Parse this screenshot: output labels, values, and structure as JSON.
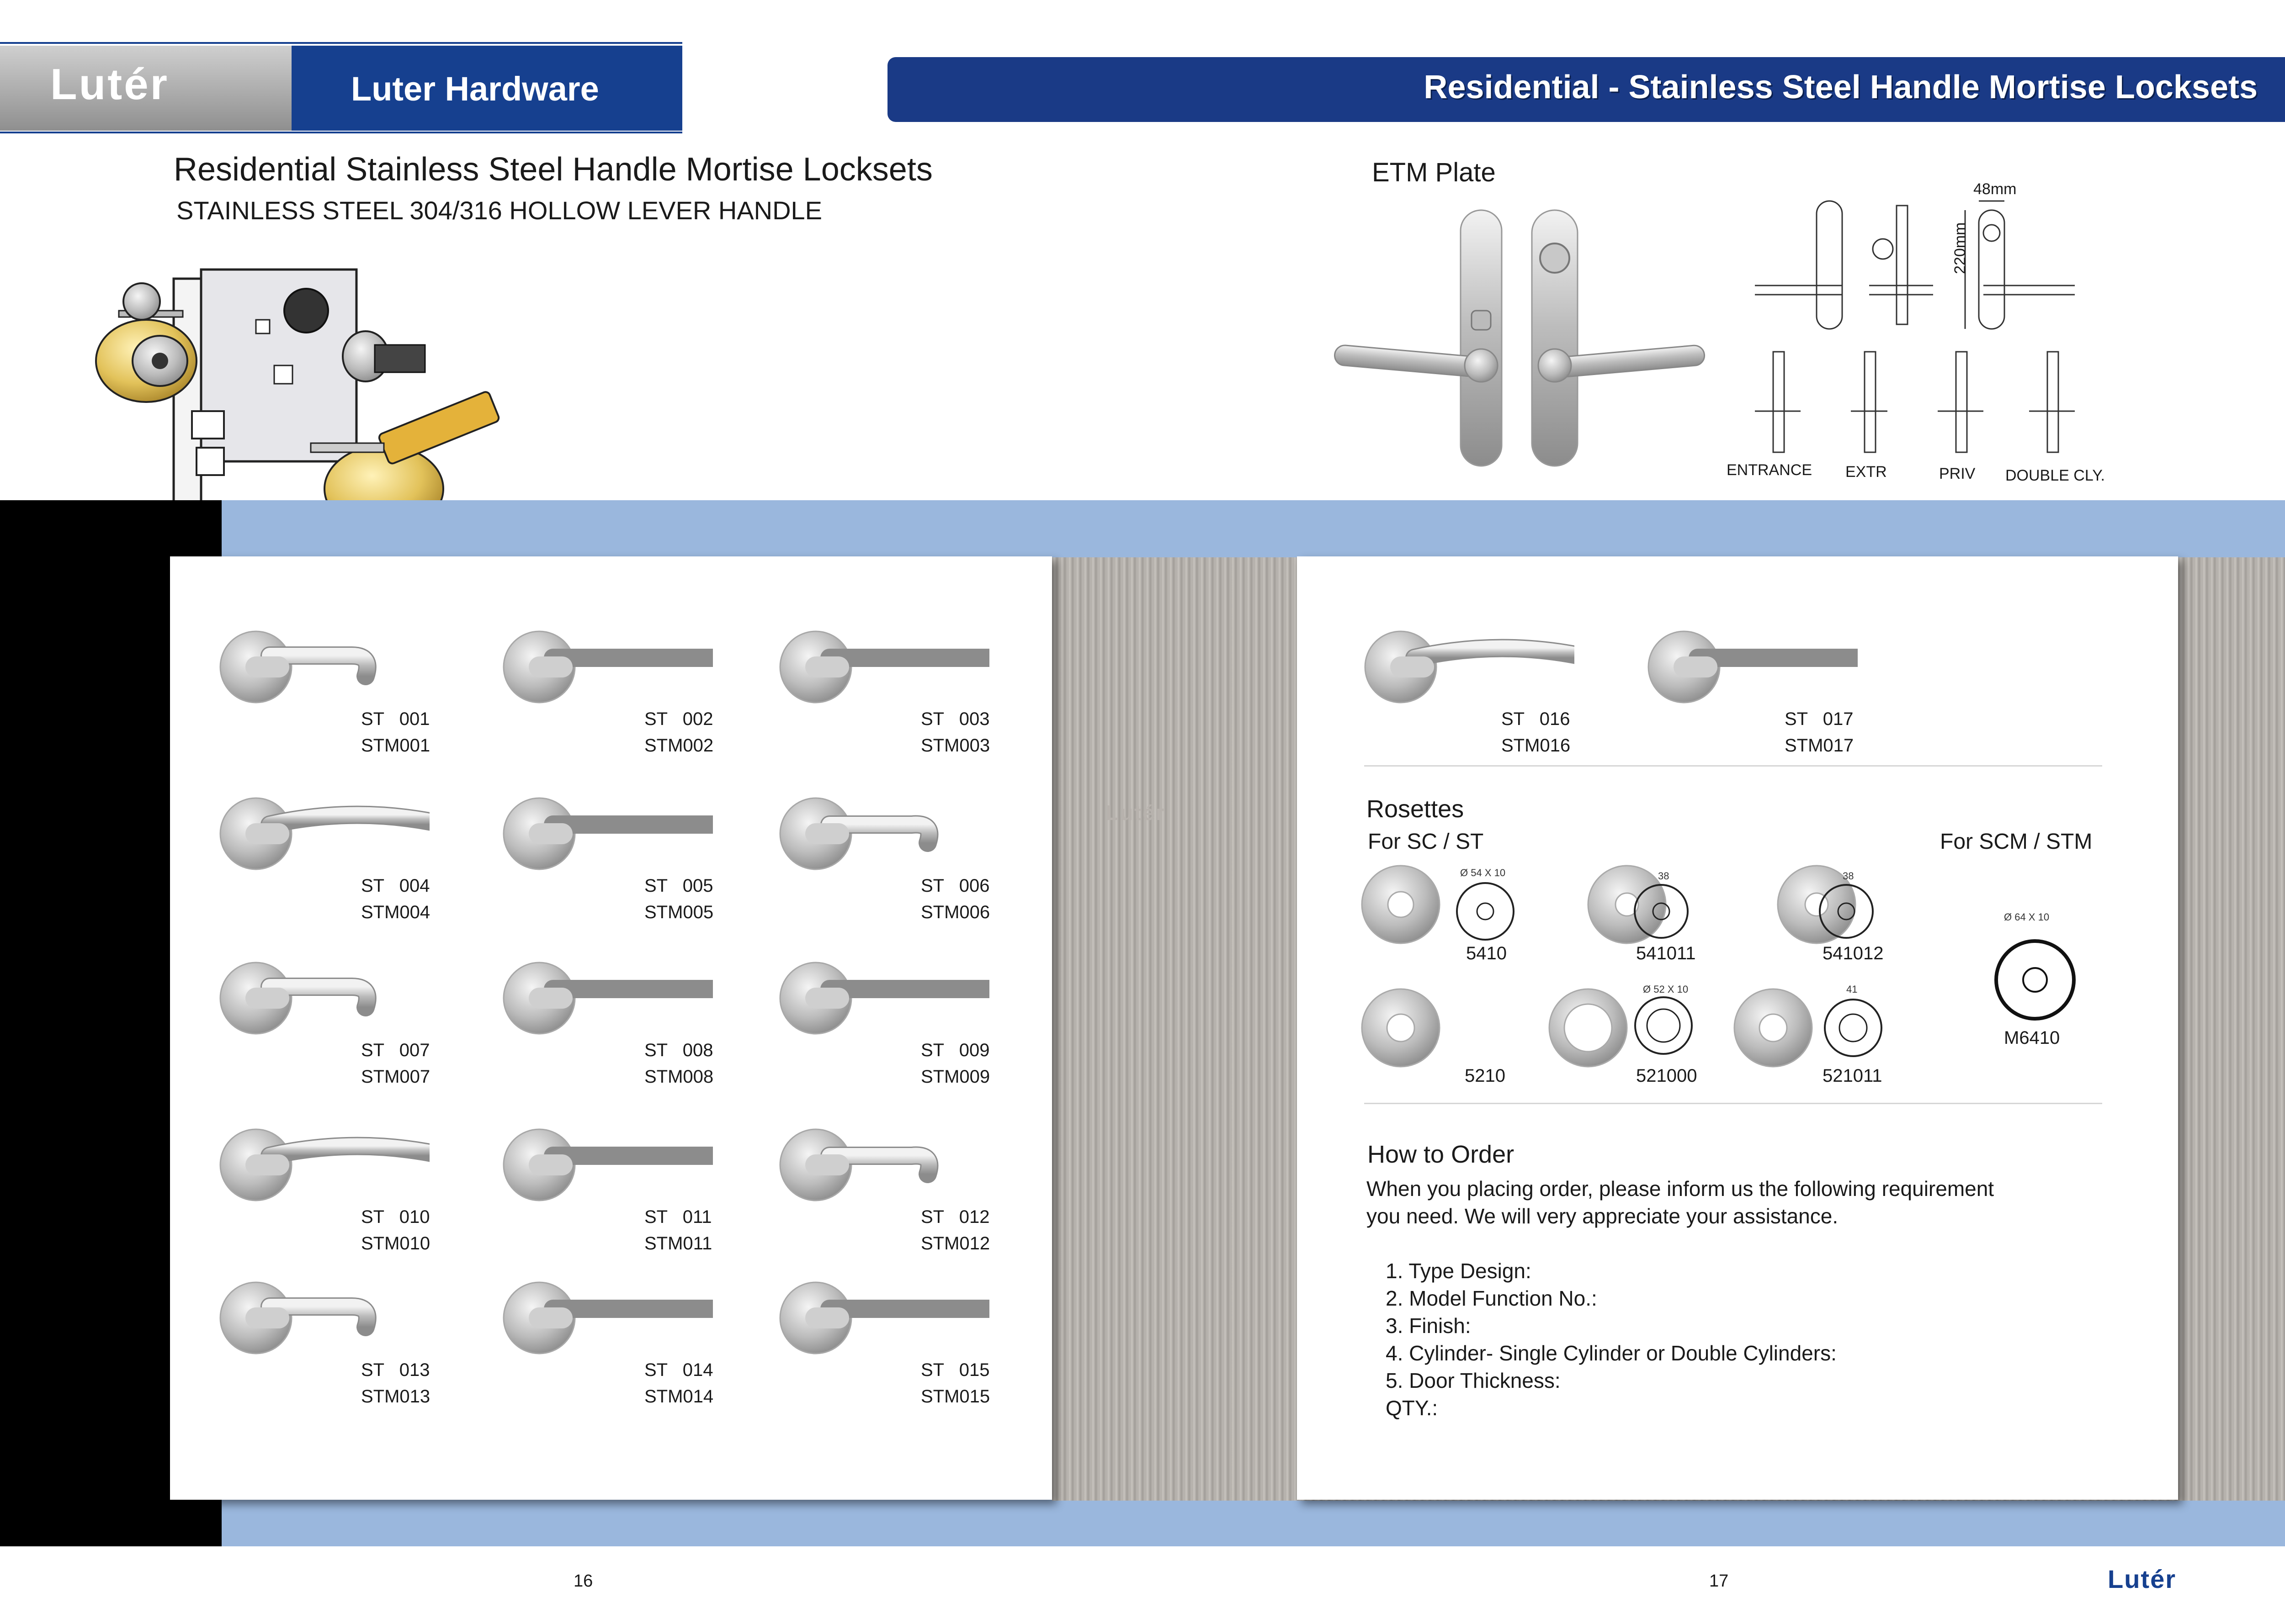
{
  "header": {
    "logo": "Lutér",
    "brand": "Luter Hardware",
    "banner": "Residential - Stainless Steel Handle Mortise Locksets"
  },
  "left_page": {
    "title": "Residential  Stainless Steel Handle Mortise Locksets",
    "subtitle": "STAINLESS STEEL 304/316  HOLLOW LEVER HANDLE",
    "page_number": "16"
  },
  "etm": {
    "title": "ETM Plate",
    "dim_width": "48mm",
    "dim_height": "220mm",
    "functions": [
      "ENTRANCE",
      "EXTR",
      "PRIV",
      "DOUBLE CLY."
    ]
  },
  "products": [
    {
      "st": "ST   001",
      "stm": "STM001"
    },
    {
      "st": "ST   002",
      "stm": "STM002"
    },
    {
      "st": "ST   003",
      "stm": "STM003"
    },
    {
      "st": "ST   004",
      "stm": "STM004"
    },
    {
      "st": "ST   005",
      "stm": "STM005"
    },
    {
      "st": "ST   006",
      "stm": "STM006"
    },
    {
      "st": "ST   007",
      "stm": "STM007"
    },
    {
      "st": "ST   008",
      "stm": "STM008"
    },
    {
      "st": "ST   009",
      "stm": "STM009"
    },
    {
      "st": "ST   010",
      "stm": "STM010"
    },
    {
      "st": "ST   011",
      "stm": "STM011"
    },
    {
      "st": "ST   012",
      "stm": "STM012"
    },
    {
      "st": "ST   013",
      "stm": "STM013"
    },
    {
      "st": "ST   014",
      "stm": "STM014"
    },
    {
      "st": "ST   015",
      "stm": "STM015"
    }
  ],
  "right_products": [
    {
      "st": "ST   016",
      "stm": "STM016"
    },
    {
      "st": "ST   017",
      "stm": "STM017"
    }
  ],
  "watermark": "Lutér",
  "rosettes": {
    "title": "Rosettes",
    "for_sc": "For  SC / ST",
    "for_scm": "For  SCM / STM",
    "items": [
      "5410",
      "541011",
      "541012",
      "5210",
      "521000",
      "521011",
      "M6410"
    ],
    "dims": [
      "Ø 54 X 10",
      "38",
      "38",
      "Ø 52 X 10",
      "41",
      "Ø 64 X 10"
    ]
  },
  "how_to_order": {
    "title": "How to Order",
    "intro_1": "When you placing order, please inform us the following requirement",
    "intro_2": "you need.  We will very appreciate your assistance.",
    "items": [
      "1. Type Design:",
      "2. Model Function No.:",
      "3. Finish:",
      "4. Cylinder- Single Cylinder or Double Cylinders:",
      "5. Door Thickness:",
      "QTY.:"
    ]
  },
  "right_page": {
    "page_number": "17",
    "footer_logo": "Lutér"
  }
}
